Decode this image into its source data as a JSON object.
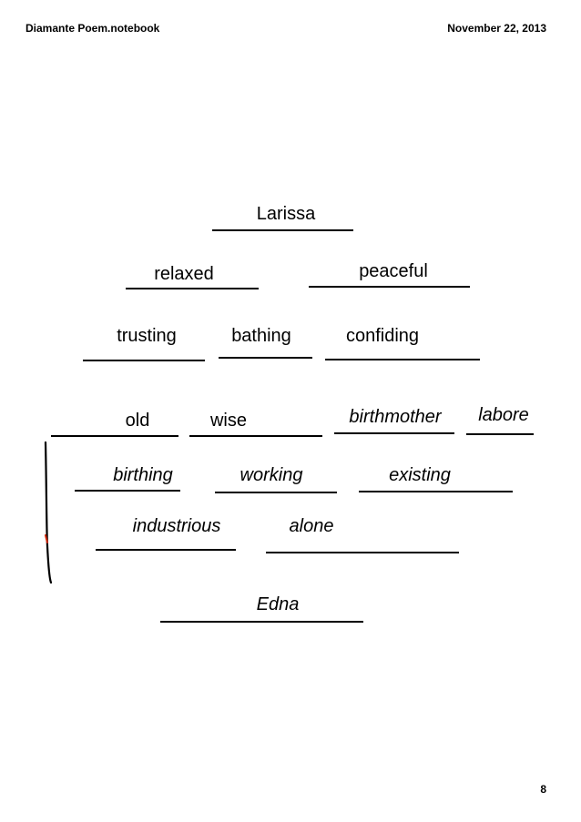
{
  "header": {
    "filename": "Diamante Poem.notebook",
    "date": "November 22, 2013"
  },
  "page_number": "8",
  "poem": {
    "line1": [
      "Larissa"
    ],
    "line2": [
      "relaxed",
      "peaceful"
    ],
    "line3": [
      "trusting",
      "bathing",
      "confiding"
    ],
    "line4": [
      "old",
      "wise",
      "birthmother",
      "labore"
    ],
    "line5": [
      "birthing",
      "working",
      "existing"
    ],
    "line6": [
      "industrious",
      "alone"
    ],
    "line7": [
      "Edna"
    ]
  },
  "colors": {
    "ink": "#000000",
    "accent_mark": "#cc2200"
  }
}
